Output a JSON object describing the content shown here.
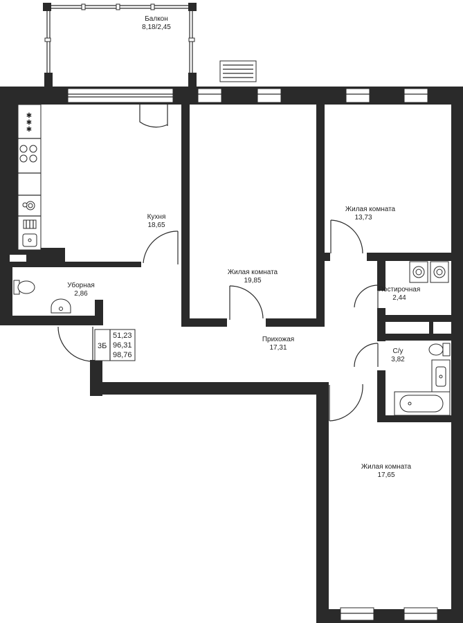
{
  "rooms": [
    {
      "id": "balcony",
      "name": "Балкон",
      "area": "8,18/2,45"
    },
    {
      "id": "kitchen",
      "name": "Кухня",
      "area": "18,65"
    },
    {
      "id": "toilet",
      "name": "Уборная",
      "area": "2,86"
    },
    {
      "id": "living1",
      "name": "Жилая комната",
      "area": "19,85"
    },
    {
      "id": "living2",
      "name": "Жилая комната",
      "area": "13,73"
    },
    {
      "id": "laundry",
      "name": "Постирочная",
      "area": "2,44"
    },
    {
      "id": "bathroom",
      "name": "С/у",
      "area": "3,82"
    },
    {
      "id": "hall",
      "name": "Прихожая",
      "area": "17,31"
    },
    {
      "id": "living3",
      "name": "Жилая комната",
      "area": "17,65"
    }
  ],
  "summary": {
    "type": "3Б",
    "living_area": "51,23",
    "total_area": "96,31",
    "total_with_balcony": "98,76"
  }
}
